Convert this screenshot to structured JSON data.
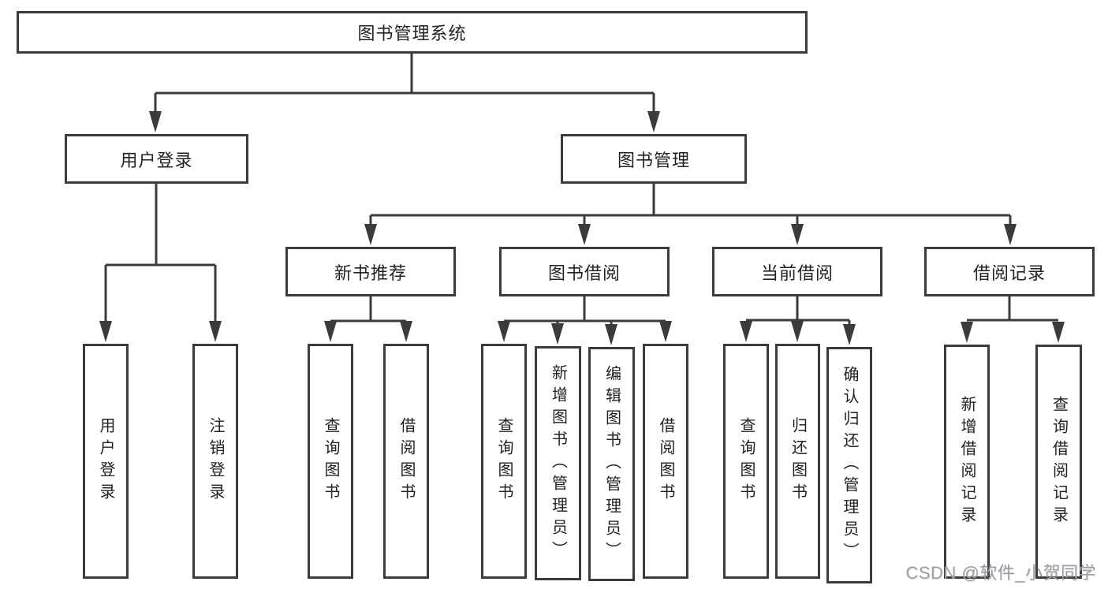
{
  "colors": {
    "line": "#3b3b3b",
    "text": "#222222",
    "background": "#ffffff",
    "watermark": "#9e9e9e"
  },
  "diagram": {
    "root": {
      "label": "图书管理系统"
    },
    "level2": [
      {
        "label": "用户登录"
      },
      {
        "label": "图书管理"
      }
    ],
    "level3": [
      {
        "label": "新书推荐"
      },
      {
        "label": "图书借阅"
      },
      {
        "label": "当前借阅"
      },
      {
        "label": "借阅记录"
      }
    ],
    "leaves": [
      {
        "label": "用户登录"
      },
      {
        "label": "注销登录"
      },
      {
        "label": "查询图书"
      },
      {
        "label": "借阅图书"
      },
      {
        "label": "查询图书"
      },
      {
        "label": "新增图书（管理员）"
      },
      {
        "label": "编辑图书（管理员）"
      },
      {
        "label": "借阅图书"
      },
      {
        "label": "查询图书"
      },
      {
        "label": "归还图书"
      },
      {
        "label": "确认归还（管理员）"
      },
      {
        "label": "新增借阅记录"
      },
      {
        "label": "查询借阅记录"
      }
    ]
  },
  "watermark": {
    "text": "CSDN @软件_小贺同学"
  }
}
